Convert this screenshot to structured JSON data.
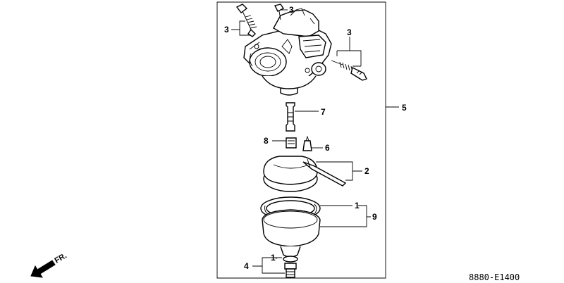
{
  "callouts": {
    "c1_top": "1",
    "c1_bottom": "1",
    "c2": "2",
    "c3_left": "3",
    "c3_top": "3",
    "c3_right": "3",
    "c4": "4",
    "c5": "5",
    "c6": "6",
    "c7": "7",
    "c8": "8",
    "c9": "9"
  },
  "direction_label": "FR.",
  "drawing_code": "8880-E1400",
  "icons": {
    "front_arrow": "arrow-left-down-icon"
  }
}
